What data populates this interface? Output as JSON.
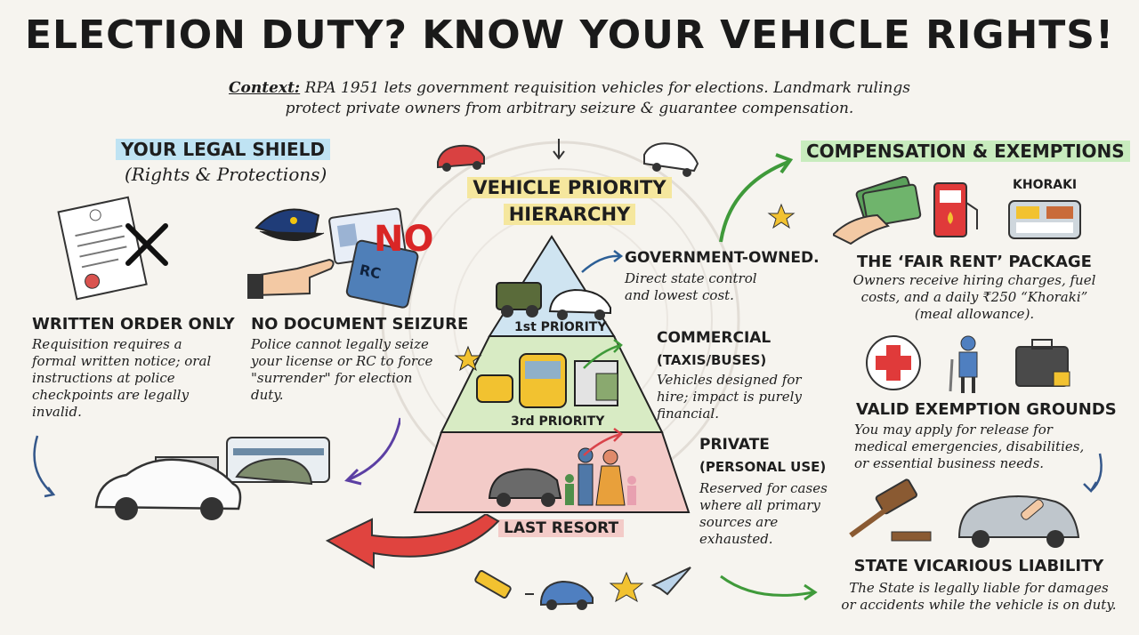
{
  "header": {
    "title": "ELECTION DUTY? KNOW YOUR VEHICLE RIGHTS!",
    "context_label": "Context:",
    "context_line1": "RPA 1951 lets government requisition vehicles for elections. Landmark rulings",
    "context_line2": "protect private owners from arbitrary seizure & guarantee compensation."
  },
  "left": {
    "heading": "YOUR LEGAL SHIELD",
    "subheading": "(Rights & Protections)",
    "no_stamp": "NO",
    "rc_label": "RC",
    "written": {
      "title": "WRITTEN ORDER ONLY",
      "lines": [
        "Requisition requires a",
        "formal written notice; oral",
        "instructions at police",
        "checkpoints are legally",
        "invalid."
      ]
    },
    "seizure": {
      "title": "NO DOCUMENT SEIZURE",
      "lines": [
        "Police cannot legally seize",
        "your license or RC to force",
        "\"surrender\" for election",
        "duty."
      ]
    }
  },
  "center": {
    "heading_line1": "VEHICLE PRIORITY",
    "heading_line2": "HIERARCHY",
    "priority1": "1st PRIORITY",
    "priority3": "3rd PRIORITY",
    "last_resort": "LAST RESORT",
    "government": {
      "title": "GOVERNMENT-OWNED.",
      "lines": [
        "Direct state control",
        "and lowest cost."
      ]
    },
    "commercial": {
      "title": "COMMERCIAL",
      "subtitle": "(TAXIS/BUSES)",
      "lines": [
        "Vehicles designed for",
        "hire; impact is purely",
        "financial."
      ]
    },
    "private": {
      "title": "PRIVATE",
      "subtitle": "(PERSONAL USE)",
      "lines": [
        "Reserved for cases",
        "where all primary",
        "sources are",
        "exhausted."
      ]
    }
  },
  "right": {
    "heading": "COMPENSATION & EXEMPTIONS",
    "khoraki_label": "KHORAKI",
    "fair_rent": {
      "title": "THE ‘FAIR RENT’ PACKAGE",
      "lines": [
        "Owners receive hiring charges, fuel",
        "costs, and a daily ₹250 “Khoraki”",
        "(meal allowance)."
      ]
    },
    "exemption": {
      "title": "VALID EXEMPTION GROUNDS",
      "lines": [
        "You may apply for release for",
        "medical emergencies, disabilities,",
        "or essential business needs."
      ]
    },
    "liability": {
      "title": "STATE VICARIOUS LIABILITY",
      "lines": [
        "The State is legally liable for damages",
        "or accidents while the vehicle is on duty."
      ]
    }
  },
  "colors": {
    "accent_blue": "#bfe3f3",
    "accent_green": "#c8ecbe",
    "accent_yellow": "#f5e79e",
    "pyramid_top": "#cfe4f1",
    "pyramid_mid": "#d8ebc4",
    "pyramid_bottom": "#f3cbc8",
    "arrow_red": "#e0443f",
    "arrow_green": "#3f9a3a"
  }
}
